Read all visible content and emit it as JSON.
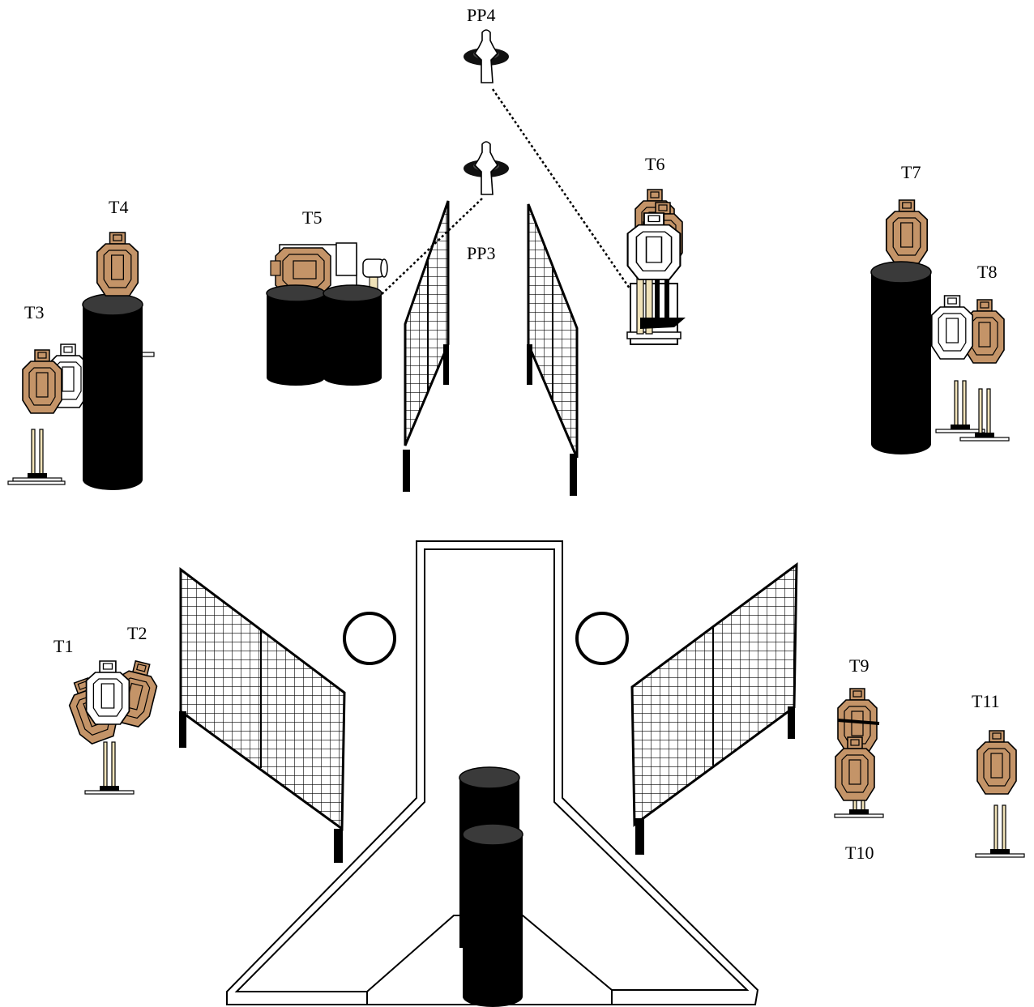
{
  "labels": {
    "pp4": "PP4",
    "pp3": "PP3",
    "t1": "T1",
    "t2": "T2",
    "t3": "T3",
    "t4": "T4",
    "t5": "T5",
    "t6": "T6",
    "t7": "T7",
    "t8": "T8",
    "t9": "T9",
    "t10": "T10",
    "t11": "T11"
  },
  "colors": {
    "cardboard": "#c49468",
    "barrel_top": "#3a3a3a",
    "barrel_body": "#000000",
    "stand": "#f0e2b8"
  }
}
